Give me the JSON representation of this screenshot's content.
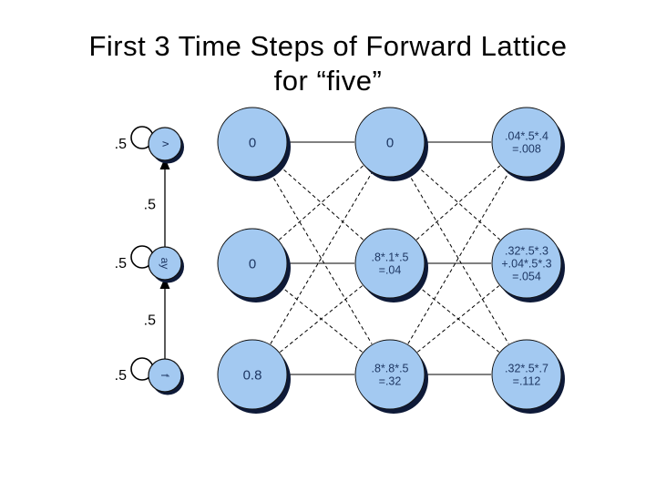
{
  "slide": {
    "title_line1": "First 3 Time Steps of Forward Lattice",
    "title_line2": "for “five”"
  },
  "colors": {
    "background": "#ffffff",
    "node_fill": "#a3c9f1",
    "node_shadow": "#0e1a38",
    "node_stroke": "#111111",
    "node_text": "#1f3864",
    "line": "#000000",
    "label_text": "#000000"
  },
  "hmm_chain": {
    "states": [
      {
        "id": "v",
        "label": "v",
        "self_loop_prob": ".5"
      },
      {
        "id": "ay",
        "label": "ay",
        "self_loop_prob": ".5"
      },
      {
        "id": "f",
        "label": "f",
        "self_loop_prob": ".5"
      }
    ],
    "transitions": [
      {
        "from": "f",
        "to": "ay",
        "prob": ".5"
      },
      {
        "from": "ay",
        "to": "v",
        "prob": ".5"
      }
    ]
  },
  "lattice": {
    "time_steps": 3,
    "grid": [
      {
        "state": "v",
        "cells": [
          [
            "0"
          ],
          [
            "0"
          ],
          [
            ".04*.5*.4",
            "=.008"
          ]
        ]
      },
      {
        "state": "ay",
        "cells": [
          [
            "0"
          ],
          [
            ".8*.1*.5",
            "=.04"
          ],
          [
            ".32*.5*.3",
            "+.04*.5*.3",
            "=.054"
          ]
        ]
      },
      {
        "state": "f",
        "cells": [
          [
            "0.8"
          ],
          [
            ".8*.8*.5",
            "=.32"
          ],
          [
            ".32*.5*.7",
            "=.112"
          ]
        ]
      }
    ]
  }
}
